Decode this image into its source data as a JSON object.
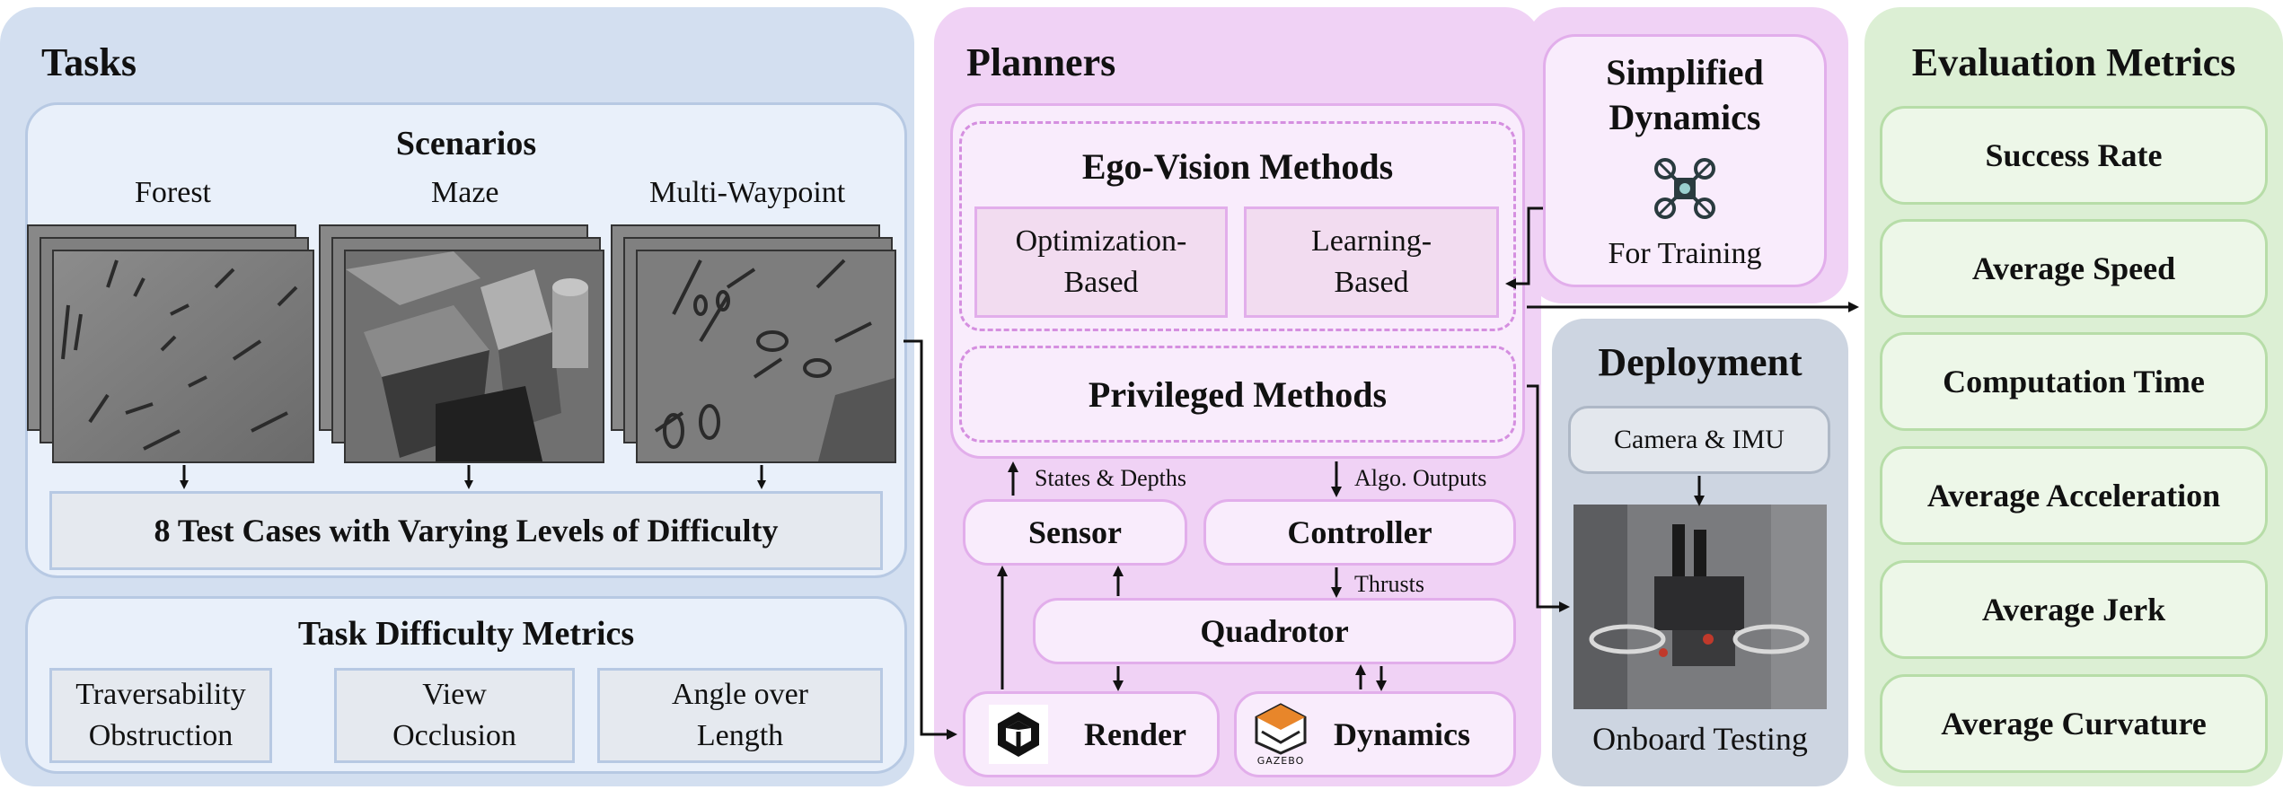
{
  "tasks": {
    "title": "Tasks",
    "scenarios": {
      "title": "Scenarios",
      "items": [
        {
          "label": "Forest"
        },
        {
          "label": "Maze"
        },
        {
          "label": "Multi-Waypoint"
        }
      ]
    },
    "test_cases": "8 Test Cases with Varying Levels of Difficulty",
    "difficulty": {
      "title": "Task Difficulty Metrics",
      "items": [
        {
          "line1": "Traversability",
          "line2": "Obstruction"
        },
        {
          "line1": "View",
          "line2": "Occlusion"
        },
        {
          "line1": "Angle over",
          "line2": "Length"
        }
      ]
    }
  },
  "planners": {
    "title": "Planners",
    "ego_vision": {
      "title": "Ego-Vision Methods",
      "optimization": {
        "line1": "Optimization-",
        "line2": "Based"
      },
      "learning": {
        "line1": "Learning-",
        "line2": "Based"
      }
    },
    "privileged": "Privileged Methods",
    "states_label": "States & Depths",
    "algo_label": "Algo. Outputs",
    "sensor": "Sensor",
    "controller": "Controller",
    "thrusts_label": "Thrusts",
    "quadrotor": "Quadrotor",
    "render": "Render",
    "dynamics": "Dynamics",
    "gazebo_text": "GAZEBO"
  },
  "simplified": {
    "title_line1": "Simplified",
    "title_line2": "Dynamics",
    "caption": "For Training",
    "icon": "drone-icon"
  },
  "deployment": {
    "title": "Deployment",
    "camera": "Camera & IMU",
    "caption": "Onboard Testing",
    "photo": "drone-photo"
  },
  "evaluation": {
    "title": "Evaluation Metrics",
    "metrics": [
      {
        "label": "Success Rate"
      },
      {
        "label": "Average Speed"
      },
      {
        "label": "Computation Time"
      },
      {
        "label": "Average Acceleration"
      },
      {
        "label": "Average Jerk"
      },
      {
        "label": "Average Curvature"
      }
    ]
  },
  "colors": {
    "tasks_bg": "#d3dff0",
    "planners_bg": "#f0d2f5",
    "deployment_bg": "#cdd5e1",
    "evaluation_bg": "#dcefd4",
    "accent_orange": "#e8862a"
  }
}
